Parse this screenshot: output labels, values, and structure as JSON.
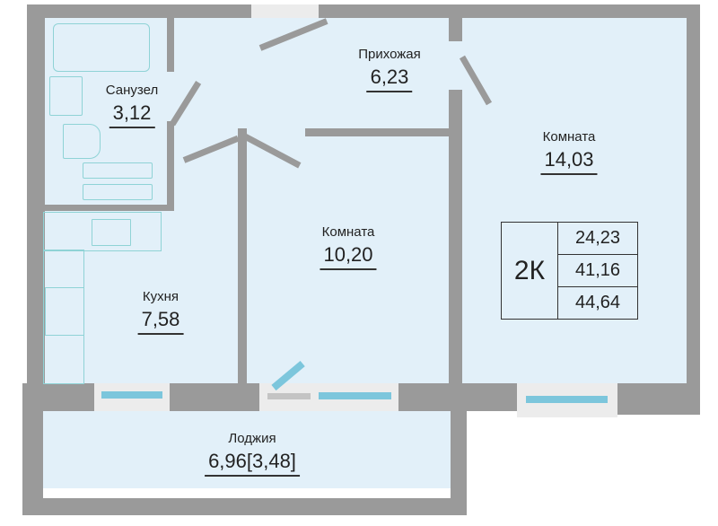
{
  "rooms": [
    {
      "name": "Санузел",
      "area": "3,12"
    },
    {
      "name": "Прихожая",
      "area": "6,23"
    },
    {
      "name": "Комната",
      "area": "14,03"
    },
    {
      "name": "Комната",
      "area": "10,20"
    },
    {
      "name": "Кухня",
      "area": "7,58"
    },
    {
      "name": "Лоджия",
      "area": "6,96[3,48]"
    }
  ],
  "info": {
    "type": "2К",
    "living_area": "24,23",
    "total_area": "41,16",
    "total_with_loggia": "44,64"
  },
  "colors": {
    "wall": "#9a9a9a",
    "floor": "#e2f0f9",
    "window": "#7cc6dc",
    "fixture": "#8fd3d6"
  }
}
